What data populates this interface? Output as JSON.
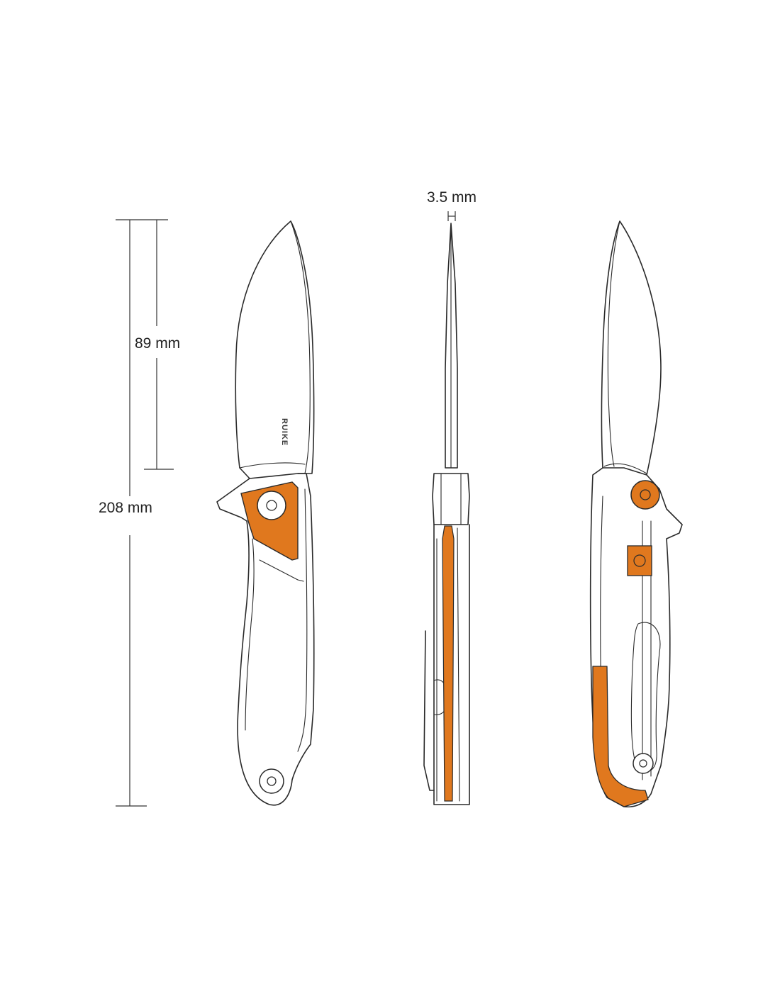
{
  "dimensions": {
    "blade_length": "89 mm",
    "overall_length": "208 mm",
    "blade_thickness": "3.5 mm"
  },
  "brand": "RUIKE",
  "colors": {
    "line": "#2a2a2a",
    "accent": "#e0781e",
    "background": "#ffffff"
  },
  "views": [
    "front-view",
    "spine-view",
    "back-view"
  ]
}
